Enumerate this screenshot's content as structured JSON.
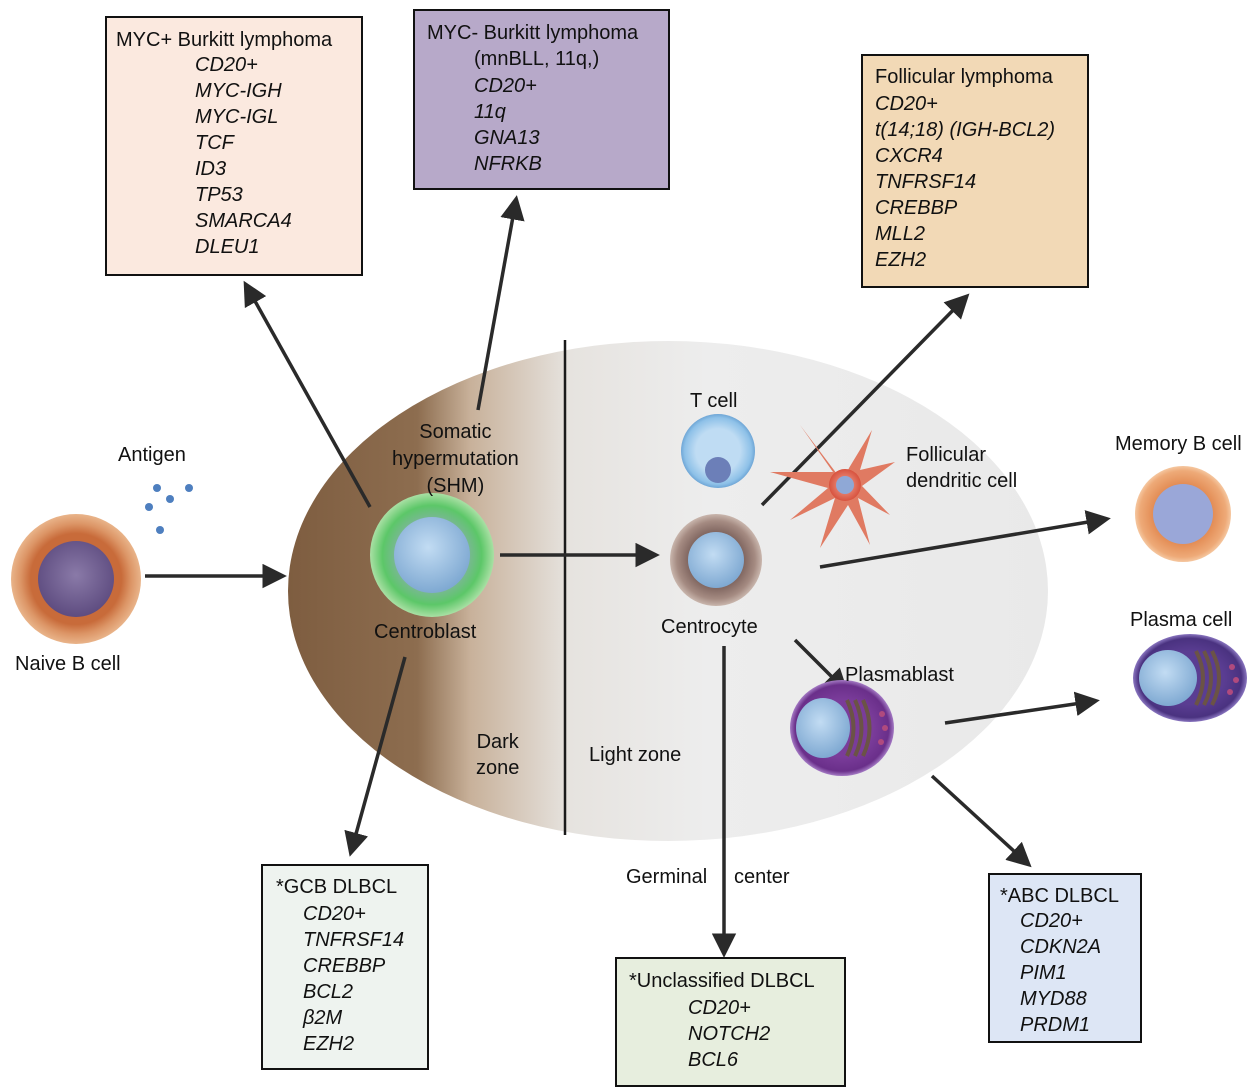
{
  "colors": {
    "dark_zone": "#8a6a4c",
    "light_zone": "#ececec",
    "arrow": "#2a2a2a",
    "box_myc_pos": "#fbe9df",
    "box_myc_neg": "#b7a9c9",
    "box_follicular": "#f2d9b6",
    "box_gcb": "#eef3ef",
    "box_unclassified": "#e7eede",
    "box_abc": "#dde6f5"
  },
  "zones": {
    "dark": [
      "Dark",
      "zone"
    ],
    "light": "Light zone"
  },
  "germinal_center": {
    "left": "Germinal",
    "right": "center"
  },
  "antigen_label": "Antigen",
  "process_label": [
    "Somatic",
    "hypermutation",
    "(SHM)"
  ],
  "cells": {
    "naive_b": "Naive B cell",
    "centroblast": "Centroblast",
    "centrocyte": "Centrocyte",
    "t_cell": "T cell",
    "fdc": [
      "Follicular",
      "dendritic cell"
    ],
    "memory_b": "Memory B cell",
    "plasmablast": "Plasmablast",
    "plasma": "Plasma cell"
  },
  "boxes": {
    "myc_pos": {
      "title": [
        "MYC+ Burkitt lymphoma"
      ],
      "genes": [
        "CD20+",
        "MYC-IGH",
        "MYC-IGL",
        "TCF",
        "ID3",
        "TP53",
        "SMARCA4",
        "DLEU1"
      ]
    },
    "myc_neg": {
      "title": [
        "MYC- Burkitt lymphoma",
        "(mnBLL, 11q,)"
      ],
      "genes": [
        "CD20+",
        "11q",
        "GNA13",
        "NFRKB"
      ]
    },
    "follicular": {
      "title": [
        "Follicular lymphoma"
      ],
      "genes": [
        "CD20+",
        "t(14;18) (IGH-BCL2)",
        "CXCR4",
        "TNFRSF14",
        "CREBBP",
        "MLL2",
        "EZH2"
      ]
    },
    "gcb": {
      "title": [
        "*GCB DLBCL"
      ],
      "genes": [
        "CD20+",
        "TNFRSF14",
        "CREBBP",
        "BCL2",
        "β2M",
        "EZH2"
      ]
    },
    "unclassified": {
      "title": [
        "*Unclassified DLBCL"
      ],
      "genes": [
        "CD20+",
        "NOTCH2",
        "BCL6"
      ]
    },
    "abc": {
      "title": [
        "*ABC DLBCL"
      ],
      "genes": [
        "CD20+",
        "CDKN2A",
        "PIM1",
        "MYD88",
        "PRDM1"
      ]
    }
  }
}
